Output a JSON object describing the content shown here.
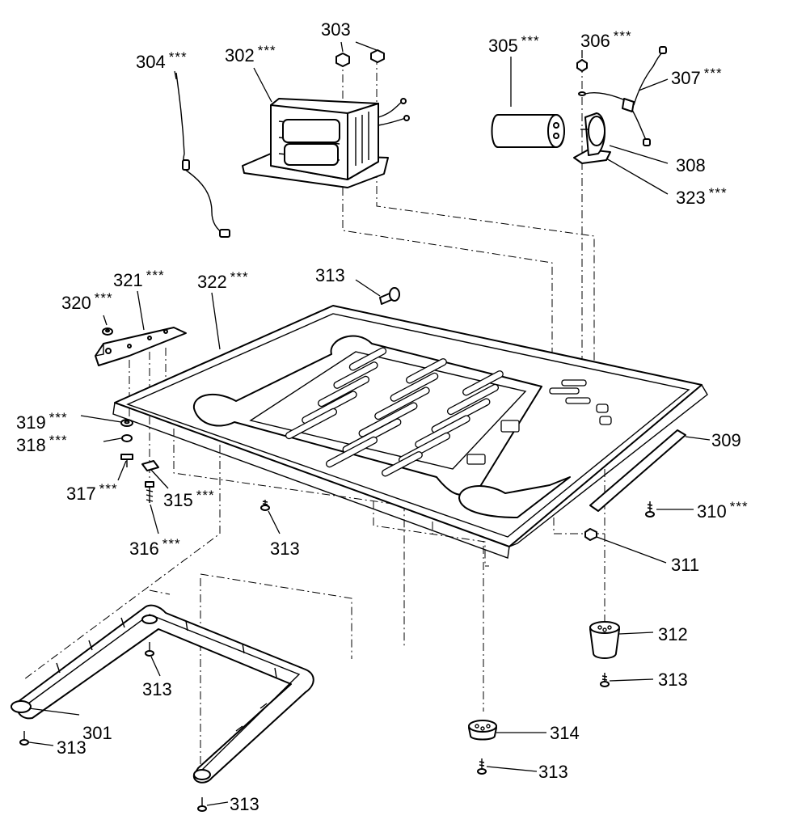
{
  "parts": [
    {
      "key": "301",
      "number": "301",
      "suffix": ""
    },
    {
      "key": "302",
      "number": "302",
      "suffix": "***"
    },
    {
      "key": "303",
      "number": "303",
      "suffix": ""
    },
    {
      "key": "304",
      "number": "304",
      "suffix": "***"
    },
    {
      "key": "305",
      "number": "305",
      "suffix": "***"
    },
    {
      "key": "306",
      "number": "306",
      "suffix": "***"
    },
    {
      "key": "307",
      "number": "307",
      "suffix": "***"
    },
    {
      "key": "308",
      "number": "308",
      "suffix": ""
    },
    {
      "key": "309",
      "number": "309",
      "suffix": ""
    },
    {
      "key": "310",
      "number": "310",
      "suffix": "***"
    },
    {
      "key": "311",
      "number": "311",
      "suffix": ""
    },
    {
      "key": "312",
      "number": "312",
      "suffix": ""
    },
    {
      "key": "313a",
      "number": "313",
      "suffix": ""
    },
    {
      "key": "313b",
      "number": "313",
      "suffix": ""
    },
    {
      "key": "313c",
      "number": "313",
      "suffix": ""
    },
    {
      "key": "313d",
      "number": "313",
      "suffix": ""
    },
    {
      "key": "313e",
      "number": "313",
      "suffix": ""
    },
    {
      "key": "313f",
      "number": "313",
      "suffix": ""
    },
    {
      "key": "313g",
      "number": "313",
      "suffix": ""
    },
    {
      "key": "314",
      "number": "314",
      "suffix": ""
    },
    {
      "key": "315",
      "number": "315",
      "suffix": "***"
    },
    {
      "key": "316",
      "number": "316",
      "suffix": "***"
    },
    {
      "key": "317",
      "number": "317",
      "suffix": "***"
    },
    {
      "key": "318",
      "number": "318",
      "suffix": "***"
    },
    {
      "key": "319",
      "number": "319",
      "suffix": "***"
    },
    {
      "key": "320",
      "number": "320",
      "suffix": "***"
    },
    {
      "key": "321",
      "number": "321",
      "suffix": "***"
    },
    {
      "key": "322",
      "number": "322",
      "suffix": "***"
    },
    {
      "key": "323",
      "number": "323",
      "suffix": "***"
    }
  ]
}
